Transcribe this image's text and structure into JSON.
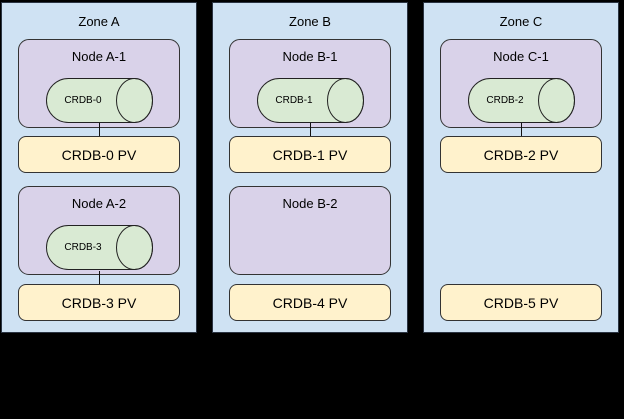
{
  "diagram": {
    "background": "#000000",
    "colors": {
      "zone_fill": "#cfe2f3",
      "node_fill": "#d9d2e9",
      "disk_fill": "#d9ead3",
      "pv_fill": "#fff2cc",
      "border": "#222222"
    },
    "zones": [
      {
        "label": "Zone A",
        "slots": [
          {
            "type": "node_with_disk",
            "node_label": "Node A-1",
            "disk_label": "CRDB-0",
            "connector": true,
            "pv_label": "CRDB-0 PV"
          },
          {
            "type": "node_with_disk",
            "node_label": "Node A-2",
            "disk_label": "CRDB-3",
            "connector": true,
            "pv_label": "CRDB-3 PV"
          }
        ]
      },
      {
        "label": "Zone B",
        "slots": [
          {
            "type": "node_with_disk",
            "node_label": "Node B-1",
            "disk_label": "CRDB-1",
            "connector": true,
            "pv_label": "CRDB-1 PV"
          },
          {
            "type": "node_empty",
            "node_label": "Node B-2",
            "connector": false,
            "pv_label": "CRDB-4 PV"
          }
        ]
      },
      {
        "label": "Zone C",
        "slots": [
          {
            "type": "node_with_disk",
            "node_label": "Node C-1",
            "disk_label": "CRDB-2",
            "connector": true,
            "pv_label": "CRDB-2 PV"
          },
          {
            "type": "pv_only",
            "connector": false,
            "pv_label": "CRDB-5 PV"
          }
        ]
      }
    ]
  }
}
